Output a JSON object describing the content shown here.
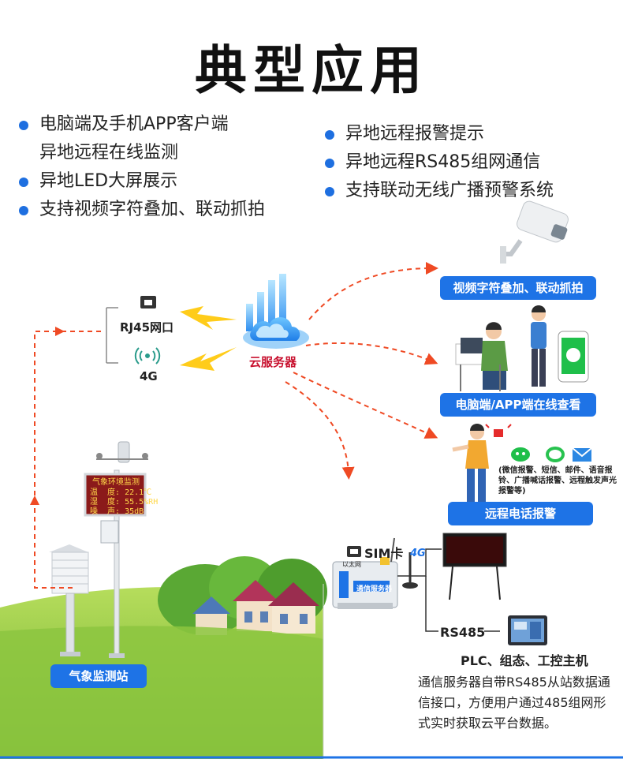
{
  "title": "典型应用",
  "features_left": [
    "电脑端及手机APP客户端",
    "异地远程在线监测",
    "异地LED大屏展示",
    "支持视频字符叠加、联动抓拍"
  ],
  "features_right": [
    "异地远程报警提示",
    "异地远程RS485组网通信",
    "支持联动无线广播预警系统"
  ],
  "labels": {
    "rj45": "RJ45网口",
    "g4": "4G",
    "cloud": "云服务器",
    "sim": "SIM卡",
    "ethernet": "以太网",
    "g4_antenna": "4G",
    "rs485": "RS485",
    "plc": "PLC、组态、工控主机",
    "device": "通信服务器"
  },
  "pills": {
    "video": "视频字符叠加、联动抓拍",
    "pc_app": "电脑端/APP端在线查看",
    "phone_alarm": "远程电话报警",
    "station": "气象监测站"
  },
  "alarm_note": "(微信报警、短信、邮件、语音报铃、广播喊话报警、远程触发声光报警等)",
  "side_note": "通信服务器自带RS485从站数据通信接口，方便用户通过485组网形式实时获取云平台数据。",
  "station_led": {
    "header": "气象环境监测",
    "rows": [
      "温  度: 22.1℃",
      "湿  度: 55.5%RH",
      "噪  声: 35dB"
    ]
  },
  "colors": {
    "accent": "#1e73e6",
    "arrow": "#ef4a24",
    "led_bg": "#8b1a1a",
    "grass": "#8cc63f"
  }
}
